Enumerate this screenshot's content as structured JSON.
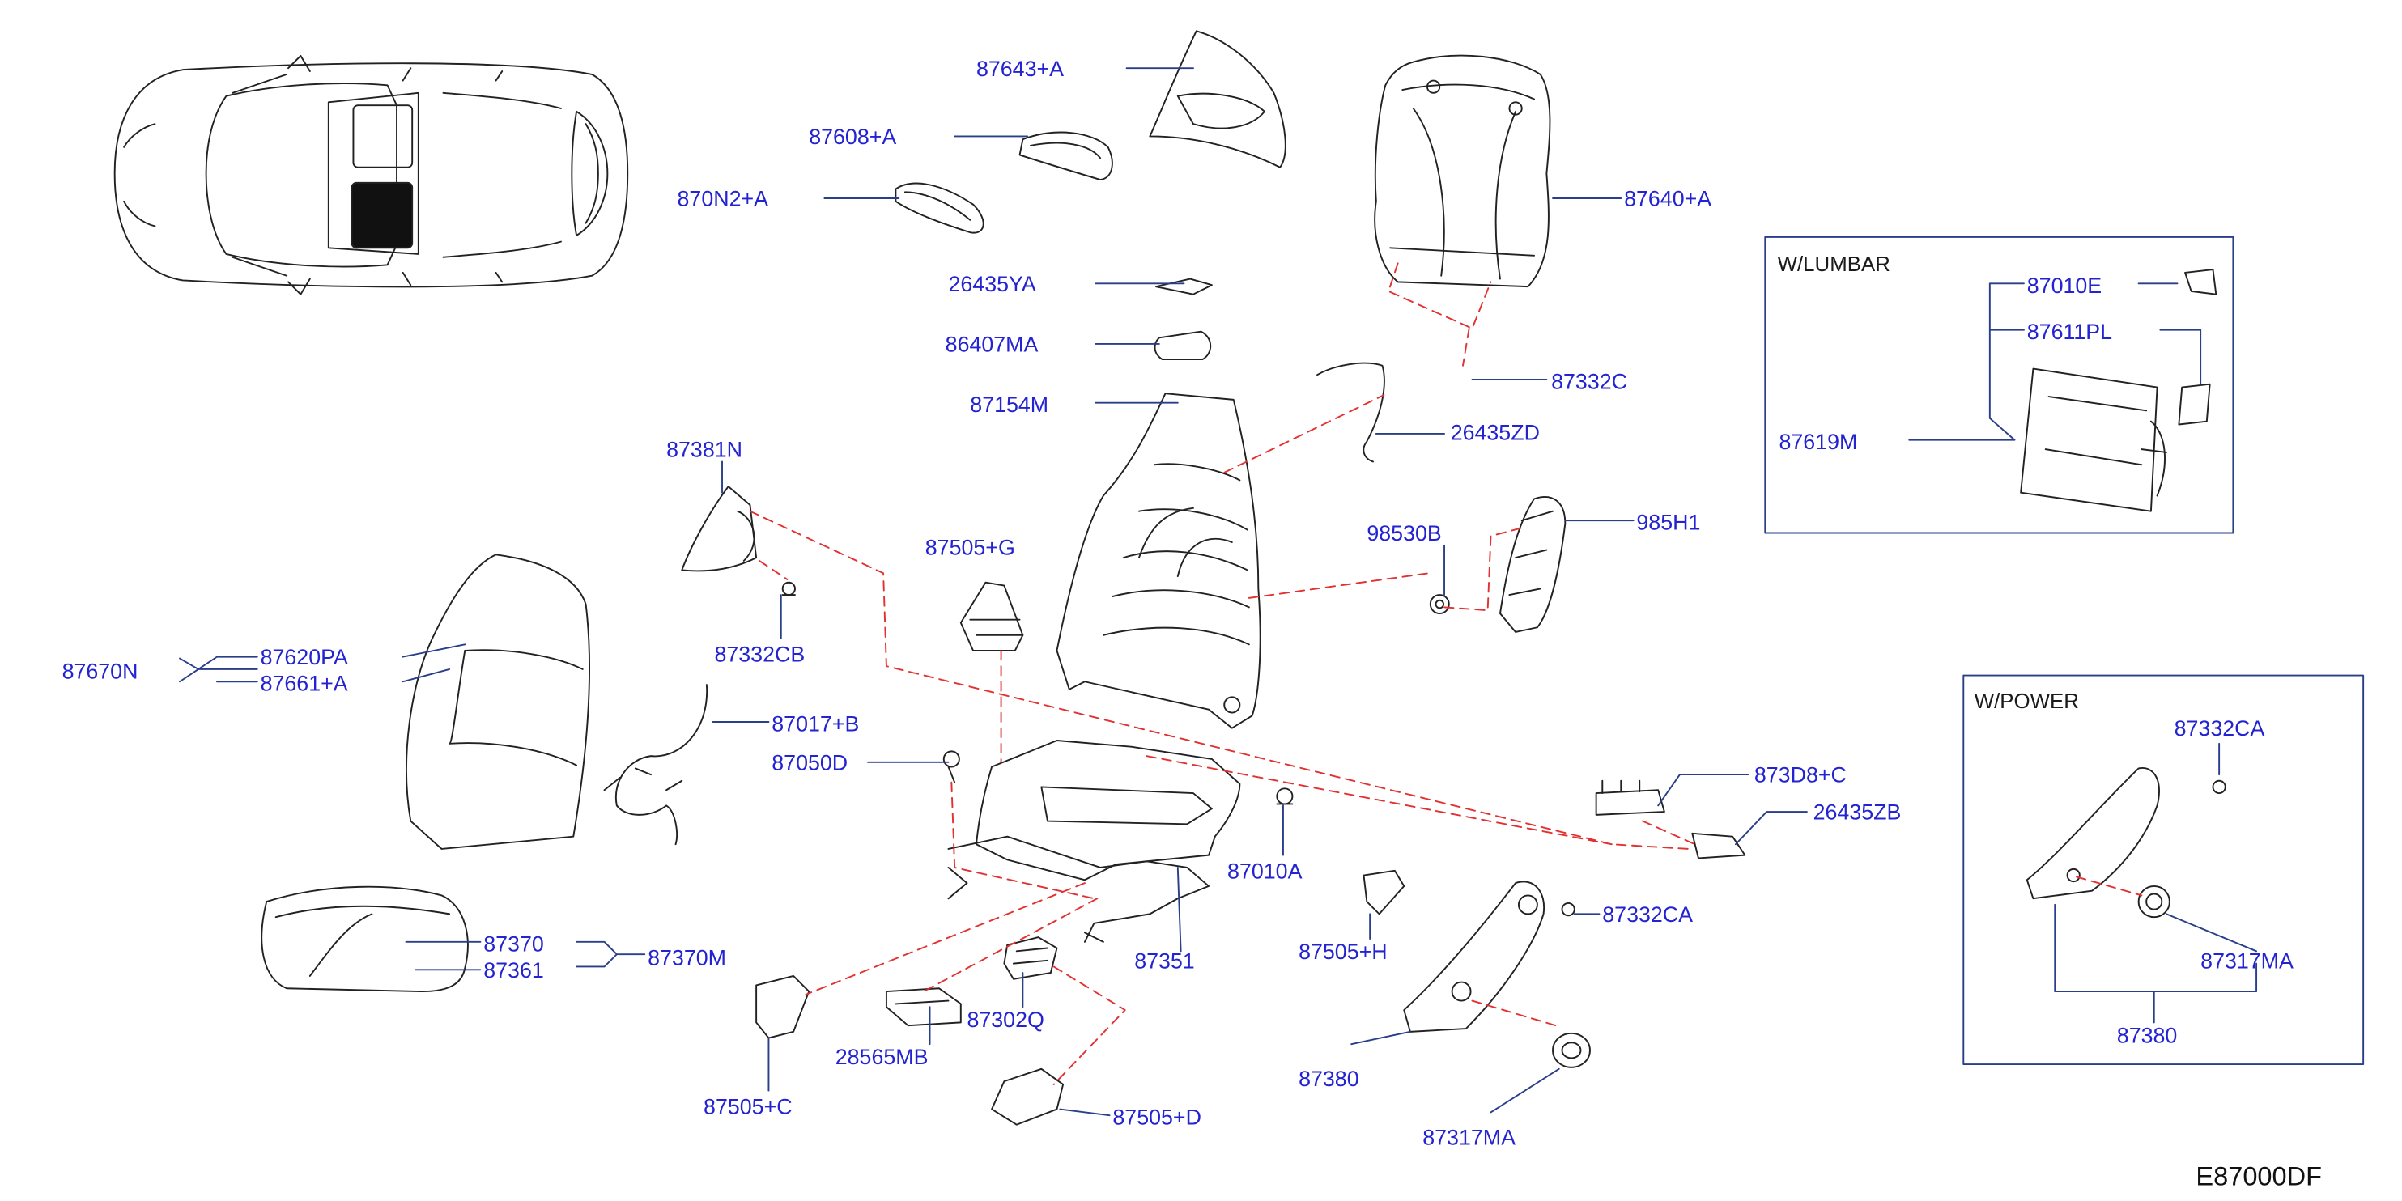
{
  "diagram_code": "E87000DF",
  "colors": {
    "part_number": "#2323d2",
    "leader": "#2323d2",
    "dashed_guide": "#e23131",
    "outline": "#222222"
  },
  "boxes": {
    "lumbar": {
      "title": "W/LUMBAR"
    },
    "power": {
      "title": "W/POWER"
    }
  },
  "parts": {
    "p87643A": "87643+A",
    "p87608A": "87608+A",
    "p870N2A": "870N2+A",
    "p87640A": "87640+A",
    "p26435YA": "26435YA",
    "p86407MA": "86407MA",
    "p87154M": "87154M",
    "p87332C": "87332C",
    "p26435ZD": "26435ZD",
    "p87381N": "87381N",
    "p87505G": "87505+G",
    "p98530B": "98530B",
    "p985H1": "985H1",
    "p87332CB": "87332CB",
    "p87670N": "87670N",
    "p87620PA": "87620PA",
    "p87661A": "87661+A",
    "p87017B": "87017+B",
    "p87050D": "87050D",
    "p873D8C": "873D8+C",
    "p26435ZB": "26435ZB",
    "p87010A": "87010A",
    "p87370": "87370",
    "p87370M": "87370M",
    "p87361": "87361",
    "p87351": "87351",
    "p87505H": "87505+H",
    "p87332CA": "87332CA",
    "p28565MB": "28565MB",
    "p87302Q": "87302Q",
    "p87380": "87380",
    "p87505C": "87505+C",
    "p87505D": "87505+D",
    "p87317MA": "87317MA",
    "lumbar_87010E": "87010E",
    "lumbar_87611PL": "87611PL",
    "lumbar_87619M": "87619M",
    "power_87332CA": "87332CA",
    "power_87317MA": "87317MA",
    "power_87380": "87380"
  }
}
